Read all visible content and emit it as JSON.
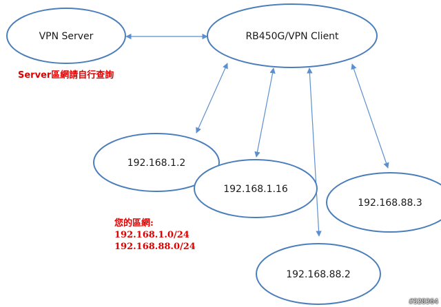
{
  "nodes": {
    "vpn_server": "VPN Server",
    "client": "RB450G/VPN Client",
    "ip_1_2": "192.168.1.2",
    "ip_1_16": "192.168.1.16",
    "ip_88_3": "192.168.88.3",
    "ip_88_2": "192.168.88.2"
  },
  "notes": {
    "server_note": "Server區網請自行查詢",
    "your_lan_title": "您的區網:",
    "your_lan_1": "192.168.1.0/24",
    "your_lan_2": "192.168.88.0/24"
  },
  "watermark": "#328364",
  "colors": {
    "ellipse_stroke": "#4a7ebb",
    "arrow": "#5b8fd0",
    "note": "#e00000"
  }
}
